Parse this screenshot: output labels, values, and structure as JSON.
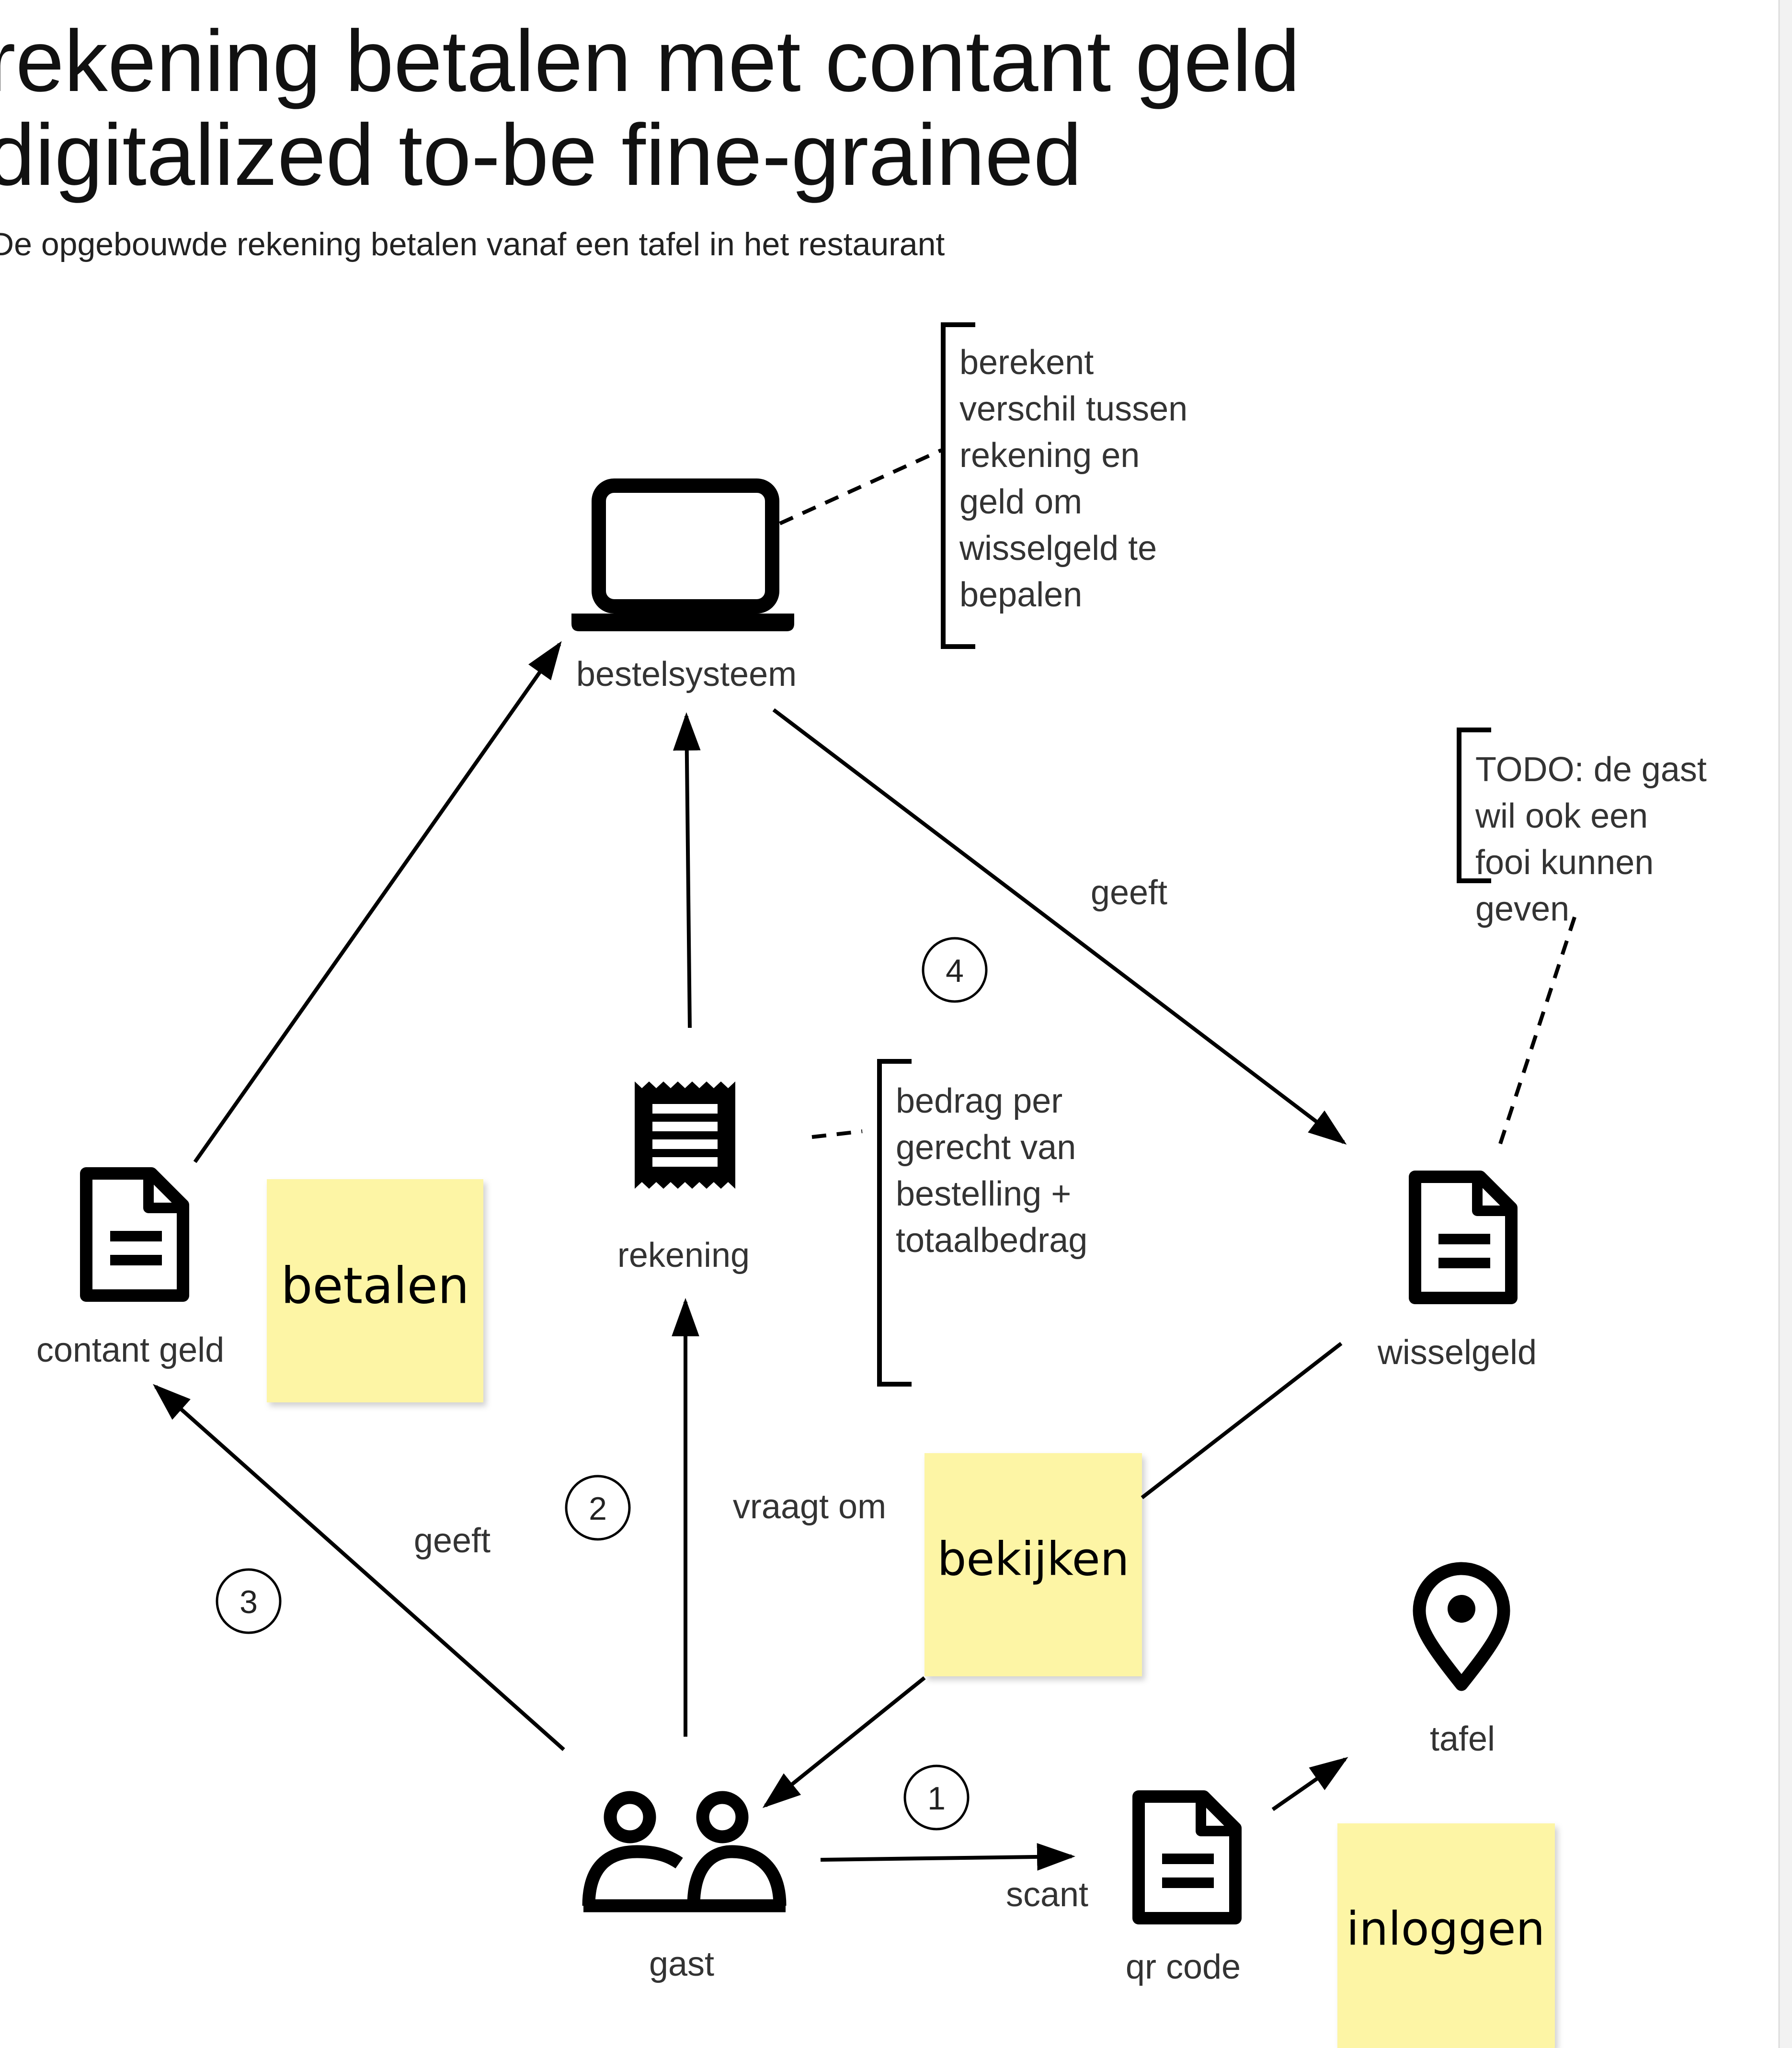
{
  "title": {
    "line1": "rekening betalen met contant geld",
    "line2": "digitalized to-be fine-grained",
    "subtitle": "De opgebouwde rekening betalen vanaf een tafel in het restaurant"
  },
  "nodes": {
    "bestelsysteem": "bestelsysteem",
    "rekening": "rekening",
    "contant_geld": "contant geld",
    "wisselgeld": "wisselgeld",
    "gast": "gast",
    "qr_code": "qr code",
    "tafel": "tafel"
  },
  "icons": {
    "bestelsysteem": "laptop-icon",
    "rekening": "receipt-icon",
    "contant_geld": "document-icon",
    "wisselgeld": "document-icon",
    "gast": "people-icon",
    "qr_code": "document-icon",
    "tafel": "map-pin-icon"
  },
  "edge_labels": {
    "geeft_top": "geeft",
    "geeft_left": "geeft",
    "vraagt_om": "vraagt om",
    "scant": "scant"
  },
  "steps": [
    "1",
    "2",
    "3",
    "4"
  ],
  "annotations": {
    "bestelsysteem": [
      "berekent",
      "verschil tussen",
      "rekening en",
      "geld om",
      "wisselgeld te",
      "bepalen"
    ],
    "rekening": [
      "bedrag per",
      "gerecht van",
      "bestelling +",
      "totaalbedrag"
    ],
    "todo": [
      "TODO: de gast",
      "wil ook een",
      "fooi kunnen",
      "geven"
    ]
  },
  "sticky_notes": {
    "betalen": "betalen",
    "bekijken": "bekijken",
    "inloggen": "inloggen"
  },
  "colors": {
    "sticky": "#fdf5a5",
    "ink": "#000000"
  }
}
